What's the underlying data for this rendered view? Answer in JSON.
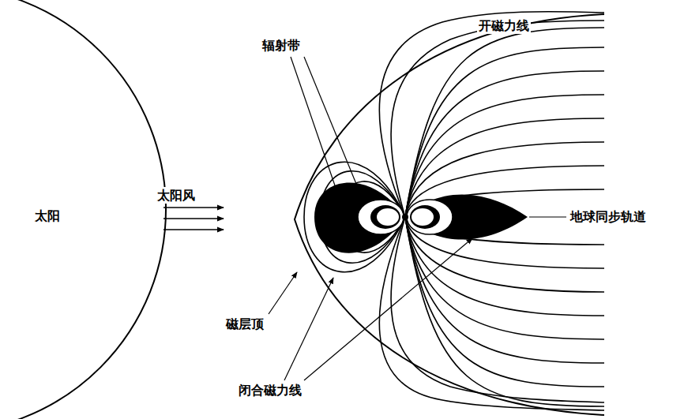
{
  "diagram": {
    "nodes": [
      {
        "text": [
          "太阳"
        ]
      }
    ],
    "labels": [
      "辐射带",
      "开磁力线",
      "太阳风",
      "地球同步轨道",
      "磁层顶",
      "闭合磁力线"
    ]
  }
}
